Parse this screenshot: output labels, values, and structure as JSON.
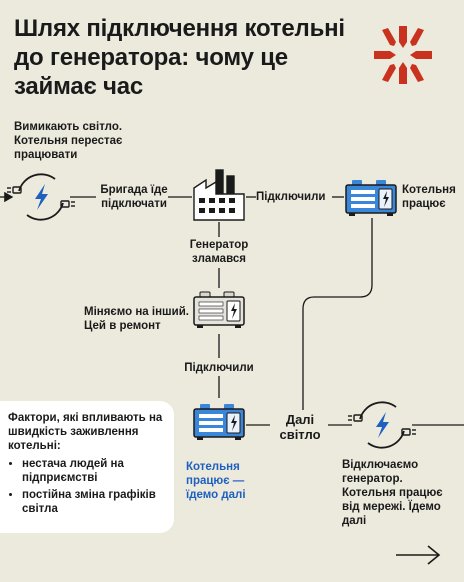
{
  "title": "Шлях підключення котельні до генератора: чому це займає час",
  "steps": {
    "power_off": "Вимикають світло. Котельня перестає працювати",
    "crew_goes": "Бригада їде підключати",
    "connected_1": "Підключили",
    "boiler_works": "Котельня працює",
    "generator_broke": "Генератор зламався",
    "replace": "Міняємо на інший. Цей в ремонт",
    "connected_2": "Підключили",
    "boiler_works_next": "Котельня працює — їдемо далі",
    "further": "Далі світло",
    "disconnect": "Відключаємо генератор. Котельня працює від мережі. Їдемо далі"
  },
  "factors": {
    "heading": "Фактори, які впливають на швидкість заживлення котельні:",
    "items": [
      "нестача людей на підприємстві",
      "постійна зміна графіків світла"
    ]
  },
  "colors": {
    "background": "#eceadd",
    "accent_blue": "#1f5fbf",
    "generator_blue": "#3a86d8",
    "logo_red": "#c8321e"
  },
  "icons": [
    "logo-icon",
    "power-cycle-icon",
    "factory-icon",
    "generator-icon",
    "arrow-right-icon"
  ]
}
